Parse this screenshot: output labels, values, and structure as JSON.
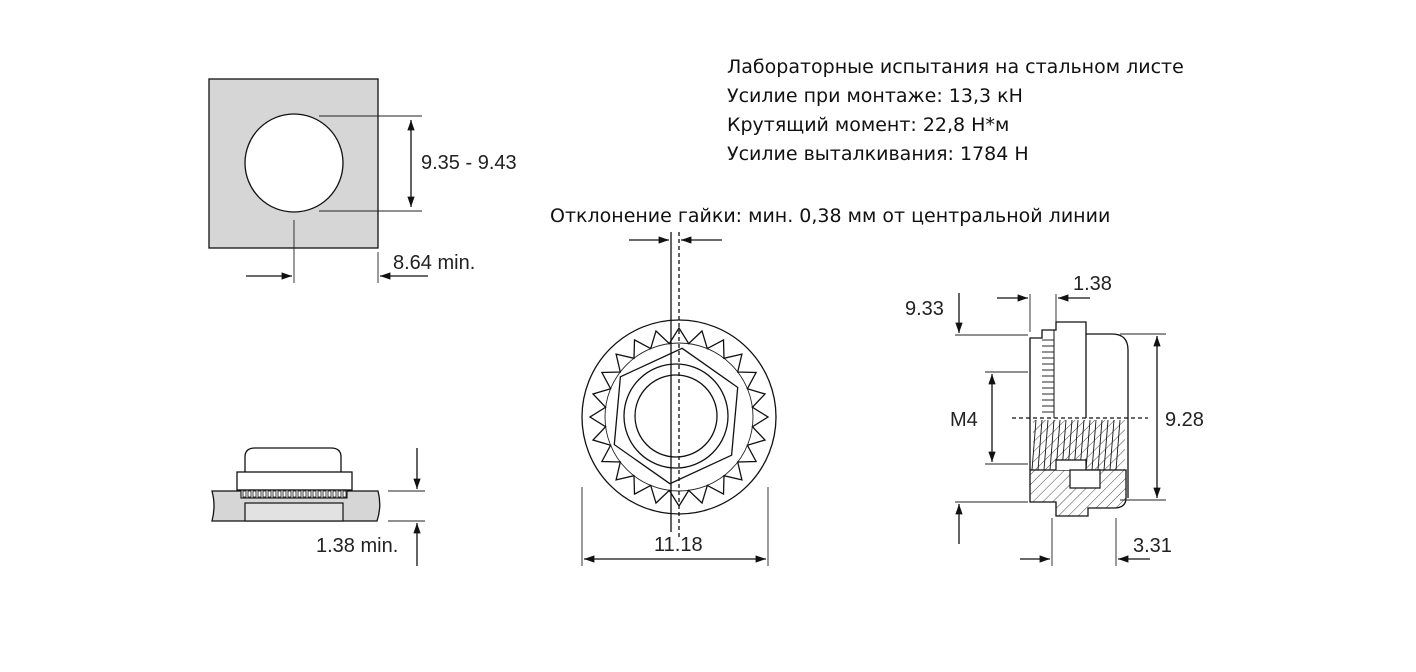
{
  "info": {
    "lines": [
      "Лабораторные испытания на стальном листе",
      "Усилие при монтаже: 13,3 кН",
      "Крутящий момент: 22,8 Н*м",
      "Усилие выталкивания: 1784 Н"
    ],
    "deviation": "Отклонение гайки: мин. 0,38 мм от центральной линии"
  },
  "dims": {
    "hole_diameter": "9.35 - 9.43",
    "edge_distance": "8.64 min.",
    "sheet_thickness": "1.38 min.",
    "flange_diameter": "11.18",
    "height_left": "9.33",
    "top_offset": "1.38",
    "thread": "M4",
    "overall_height": "9.28",
    "shank": "3.31"
  }
}
